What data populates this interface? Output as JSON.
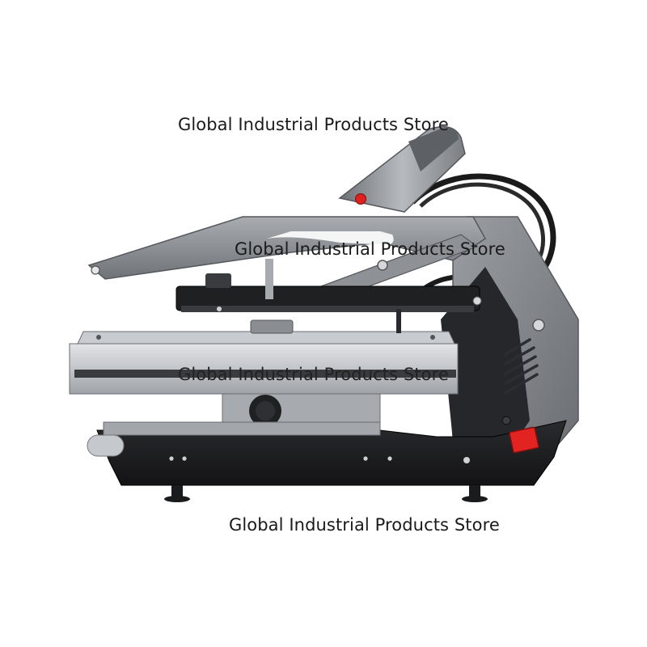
{
  "watermarks": [
    "Global Industrial Products Store",
    "Global Industrial Products Store",
    "Global Industrial Products Store",
    "Global Industrial Products Store"
  ],
  "colors": {
    "frame_gray": "#8a8d92",
    "frame_dark": "#2c2d30",
    "base_black": "#1c1c1e",
    "platen_silver": "#c9ccd0",
    "indicator_red": "#e0201e",
    "switch_red": "#e32222"
  }
}
